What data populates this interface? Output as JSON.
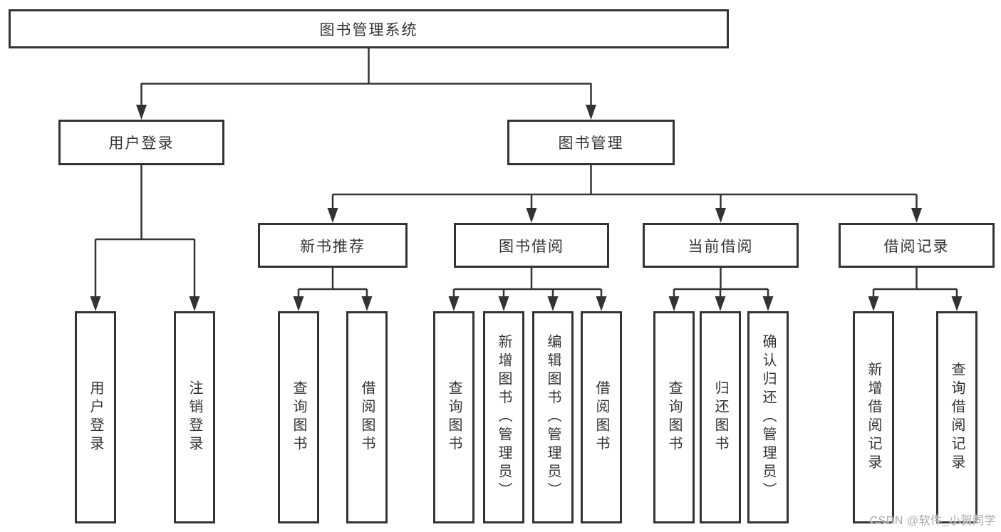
{
  "diagram": {
    "root_label": "图书管理系统",
    "login_branch": {
      "label": "用户登录",
      "leaves": [
        "用户登录",
        "注销登录"
      ]
    },
    "management_branch": {
      "label": "图书管理",
      "groups": [
        {
          "label": "新书推荐",
          "leaves": [
            "查询图书",
            "借阅图书"
          ]
        },
        {
          "label": "图书借阅",
          "leaves": [
            "查询图书",
            "新增图书（管理员）",
            "编辑图书（管理员）",
            "借阅图书"
          ]
        },
        {
          "label": "当前借阅",
          "leaves": [
            "查询图书",
            "归还图书",
            "确认归还（管理员）"
          ]
        },
        {
          "label": "借阅记录",
          "leaves": [
            "新增借阅记录",
            "查询借阅记录"
          ]
        }
      ]
    }
  },
  "watermark": "CSDN @软件_小贺同学",
  "colors": {
    "line": "#333333",
    "text": "#333333",
    "watermark": "#a9a9a9",
    "background": "#ffffff"
  }
}
